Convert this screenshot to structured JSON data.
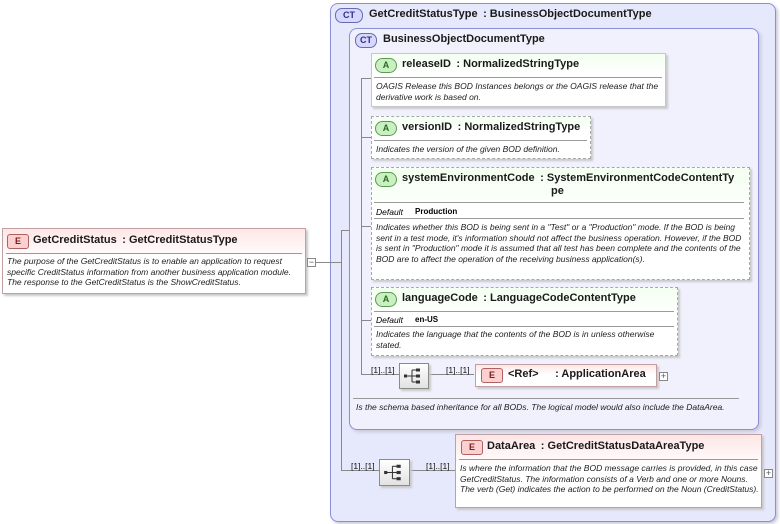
{
  "root": {
    "badge": "E",
    "title": "GetCreditStatus : GetCreditStatusType",
    "description": "The purpose of the GetCreditStatus is to enable an application to request specific CreditStatus information from another business application module.  The response to the GetCreditStatus is the ShowCreditStatus.",
    "collapse_symbol": "−"
  },
  "outer_type": {
    "badge": "CT",
    "title": "GetCreditStatusType : BusinessObjectDocumentType"
  },
  "inner_type": {
    "badge": "CT",
    "title": "BusinessObjectDocumentType",
    "description": "Is the schema based inheritance for all BODs. The logical model would also include the DataArea."
  },
  "attributes": [
    {
      "badge": "A",
      "title": "releaseID : NormalizedStringType",
      "description": "OAGIS Release this BOD Instances belongs or the OAGIS release that the derivative work is based on."
    },
    {
      "badge": "A",
      "title": "versionID : NormalizedStringType",
      "description": "Indicates the version of the given BOD definition."
    },
    {
      "badge": "A",
      "title_line1": "systemEnvironmentCode : SystemEnvironmentCodeContentTy",
      "title_line2": "pe",
      "default_label": "Default",
      "default_value": "Production",
      "description": "Indicates whether this BOD is being sent in a \"Test\" or a \"Production\" mode. If the BOD is being sent in a test mode, it's information should not affect the business operation. However, if the BOD is sent in \"Production\" mode it is assumed that all test has been complete and the contents of the BOD are to affect the operation of the receiving business application(s)."
    },
    {
      "badge": "A",
      "title": "languageCode : LanguageCodeContentType",
      "default_label": "Default",
      "default_value": "en-US",
      "description": "Indicates the language that the contents of the BOD is in unless otherwise stated."
    }
  ],
  "inner_sequence": {
    "card_left": "[1]..[1]",
    "card_right": "[1]..[1]",
    "ref": {
      "badge": "E",
      "title": "<Ref>  : ApplicationArea",
      "expand_symbol": "+"
    }
  },
  "outer_sequence": {
    "card_left": "[1]..[1]",
    "card_right": "[1]..[1]",
    "data_area": {
      "badge": "E",
      "title": "DataArea : GetCreditStatusDataAreaType",
      "description": "Is where the information that the BOD message carries is provided, in this case GetCreditStatus. The information consists of a Verb and one or more Nouns. The verb (Get) indicates the action to be performed on the Noun (CreditStatus).",
      "expand_symbol": "+"
    }
  },
  "colors": {
    "complex_type_bg": "#e6e8fb",
    "complex_type_border": "#8b8fd8",
    "element_badge": "#fbd0d0",
    "attribute_badge": "#c9f0c0"
  }
}
